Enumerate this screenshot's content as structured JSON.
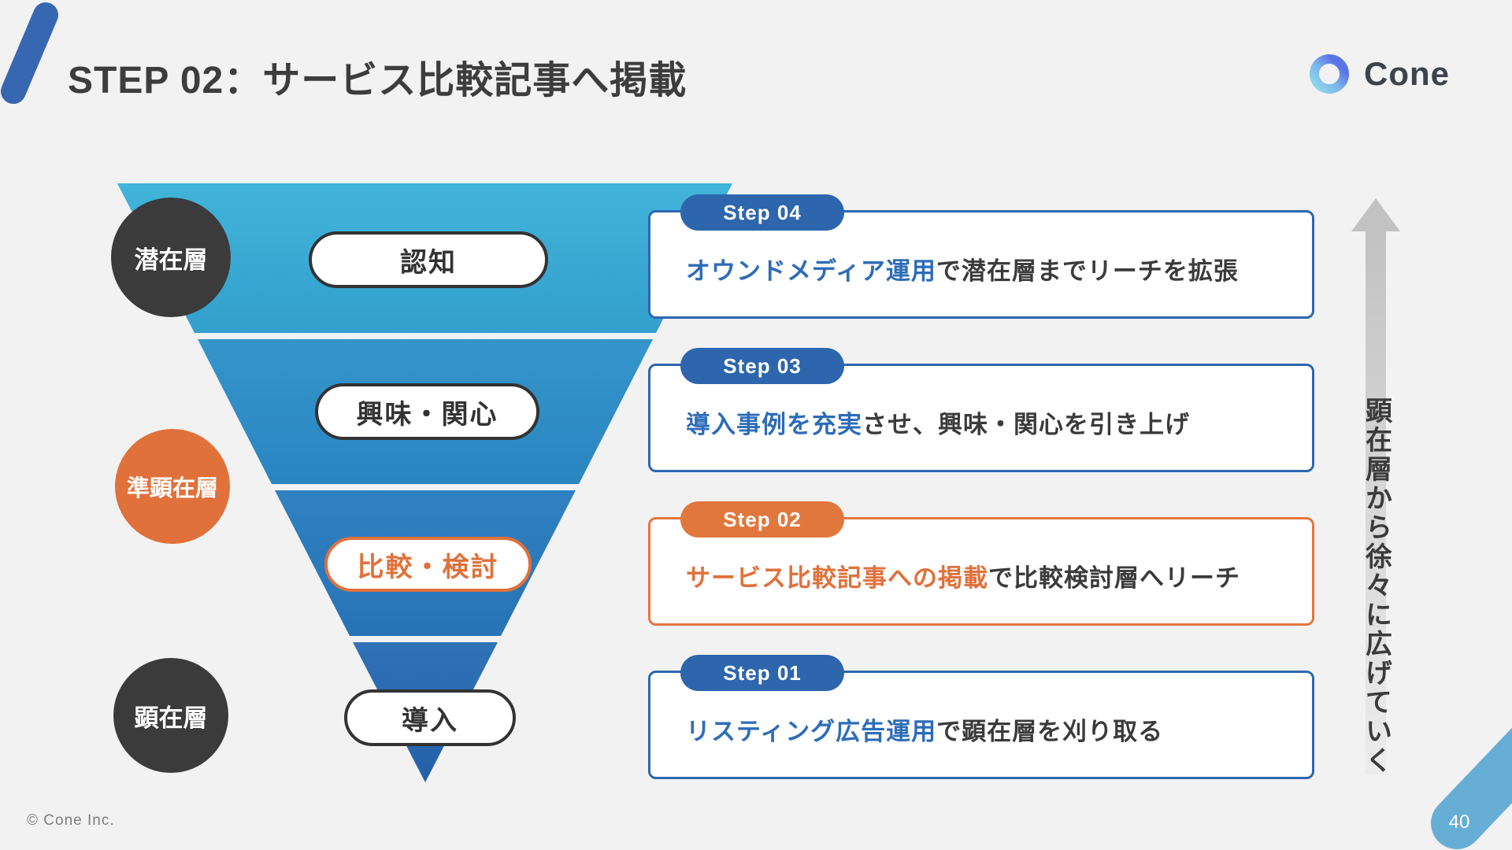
{
  "header": {
    "title": "STEP 02：サービス比較記事へ掲載",
    "logo_text": "Cone"
  },
  "funnel": {
    "stages": [
      {
        "label": "認知"
      },
      {
        "label": "興味・関心"
      },
      {
        "label": "比較・検討"
      },
      {
        "label": "導入"
      }
    ],
    "audiences": [
      {
        "label": "潜在層"
      },
      {
        "label": "準顕在層"
      },
      {
        "label": "顕在層"
      }
    ]
  },
  "steps": [
    {
      "badge": "Step 04",
      "highlight": "オウンドメディア運用",
      "rest": "で潜在層までリーチを拡張"
    },
    {
      "badge": "Step 03",
      "highlight": "導入事例を充実",
      "rest": "させ、興味・関心を引き上げ"
    },
    {
      "badge": "Step 02",
      "highlight": "サービス比較記事への掲載",
      "rest": "で比較検討層へリーチ"
    },
    {
      "badge": "Step 01",
      "highlight": "リスティング広告運用",
      "rest": "で顕在層を刈り取る"
    }
  ],
  "arrow": {
    "label": "顕在層から徐々に広げていく"
  },
  "footer": {
    "copyright": "© Cone Inc.",
    "page_number": "40"
  },
  "colors": {
    "accent_blue": "#2d67ae",
    "accent_orange": "#e0713b",
    "dark": "#3b3b3b",
    "funnel_cyan": "#3fb1d7",
    "funnel_blue": "#2d6fb4",
    "arrow_gray": "#c3c3c3",
    "background": "#f2f2f3"
  }
}
